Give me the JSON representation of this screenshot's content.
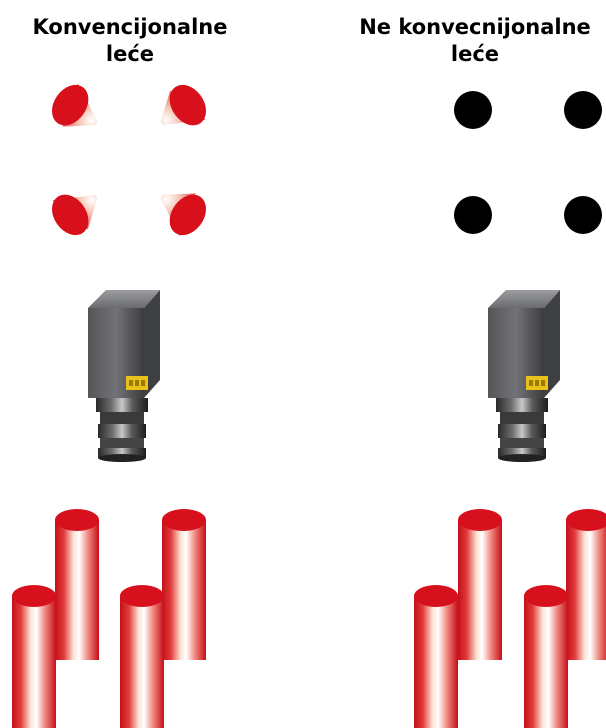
{
  "panels": {
    "conventional": {
      "title_line1": "Konvencijonalne",
      "title_line2": "leće"
    },
    "non_conventional": {
      "title_line1": "Ne konvecnijonalne",
      "title_line2": "leće"
    }
  },
  "colors": {
    "light_red": "#d8101c",
    "spot_black": "#000000",
    "camera_body": "#5f6062",
    "camera_label": "#e8c21a",
    "background": "#ffffff"
  },
  "icons": {
    "light_source": "red-diverging-light-icon",
    "collimated_spot": "black-dot-icon",
    "camera": "industrial-camera-icon",
    "target_object": "red-cylinder-icon"
  }
}
